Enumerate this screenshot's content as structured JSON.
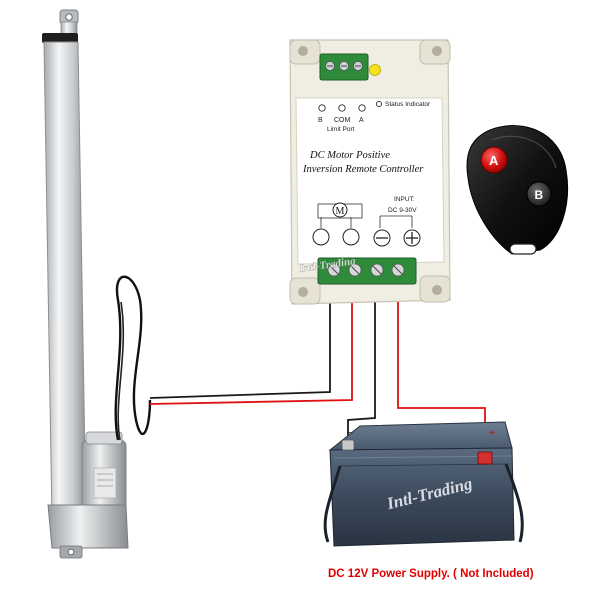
{
  "controller": {
    "port_labels": [
      "B",
      "COM",
      "A"
    ],
    "port_caption": "Limit Port",
    "status_label": "Status Indicator",
    "title_line1": "DC Motor Positive",
    "title_line2": "Inversion Remote Controller",
    "motor_symbol": "M",
    "input_label": "INPUT:",
    "input_voltage": "DC 9-30V",
    "watermark": "Intl-Trading"
  },
  "remote": {
    "button_a": "A",
    "button_b": "B"
  },
  "battery": {
    "minus_sign": "−",
    "plus_sign": "+",
    "watermark": "Intl-Trading"
  },
  "caption": "DC 12V Power Supply. ( Not Included)",
  "colors": {
    "wire_red": "#e01010",
    "wire_black": "#1a1a1a",
    "caption_red": "#e00000",
    "battery_body": "#3b4a5c",
    "controller_body": "#f2efe4",
    "terminal_green": "#2e8b3a"
  }
}
